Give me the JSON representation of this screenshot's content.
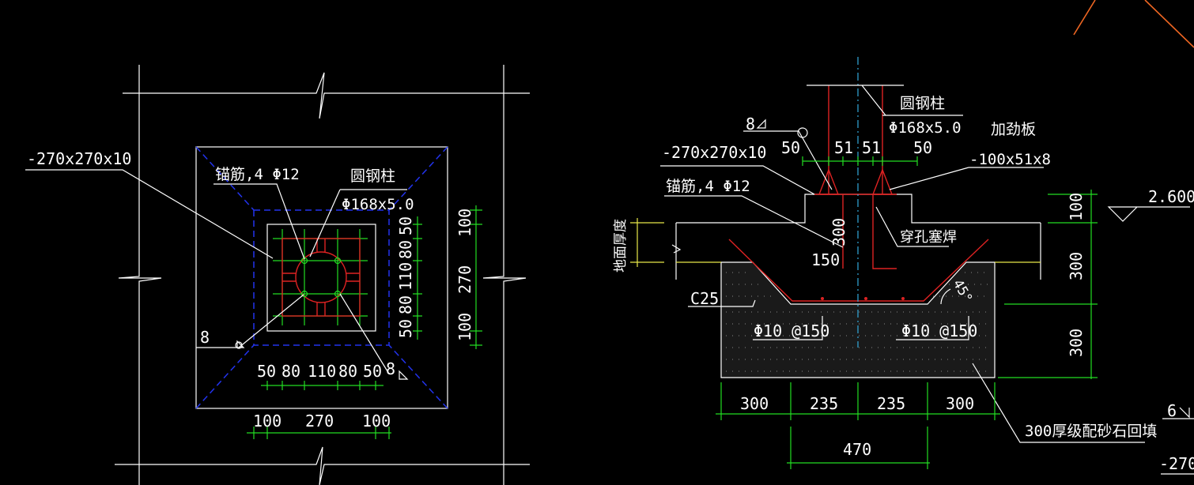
{
  "plan": {
    "plate_spec": "-270x270x10",
    "anchor_spec": "锚筋,4 Φ12",
    "column_name": "圆钢柱",
    "column_spec": "Φ168x5.0",
    "weld_left": "8",
    "weld_right": "8",
    "dims_bottom_inner": [
      "50",
      "80",
      "110",
      "80",
      "50"
    ],
    "dims_bottom_outer": [
      "100",
      "270",
      "100"
    ],
    "dims_right_inner": [
      "50",
      "80",
      "110",
      "80",
      "50"
    ],
    "dims_right_outer": [
      "100",
      "270",
      "100"
    ]
  },
  "section": {
    "weld_size": "8",
    "dim_50_left": "50",
    "dim_51_left": "51",
    "dim_51_right": "51",
    "dim_50_right": "50",
    "column_name": "圆钢柱",
    "column_spec": "Φ168x5.0",
    "stiffener_name": "加劲板",
    "stiffener_spec": "-100x51x8",
    "plate_spec": "-270x270x10",
    "anchor_spec": "锚筋,4 Φ12",
    "ground_thickness": "地面厚度",
    "dim_300_vertical": "300",
    "dim_150": "150",
    "plug_weld": "穿孔塞焊",
    "elevation": "2.600",
    "concrete": "C25",
    "angle": "45°",
    "rebar_left": "Φ10 @150",
    "rebar_right": "Φ10 @150",
    "dims_right": [
      "100",
      "300",
      "300"
    ],
    "dims_bottom": [
      "300",
      "235",
      "235",
      "300"
    ],
    "dim_total": "470",
    "backfill": "300厚级配砂石回填"
  },
  "edge": {
    "weld": "6",
    "spec": "-270"
  }
}
